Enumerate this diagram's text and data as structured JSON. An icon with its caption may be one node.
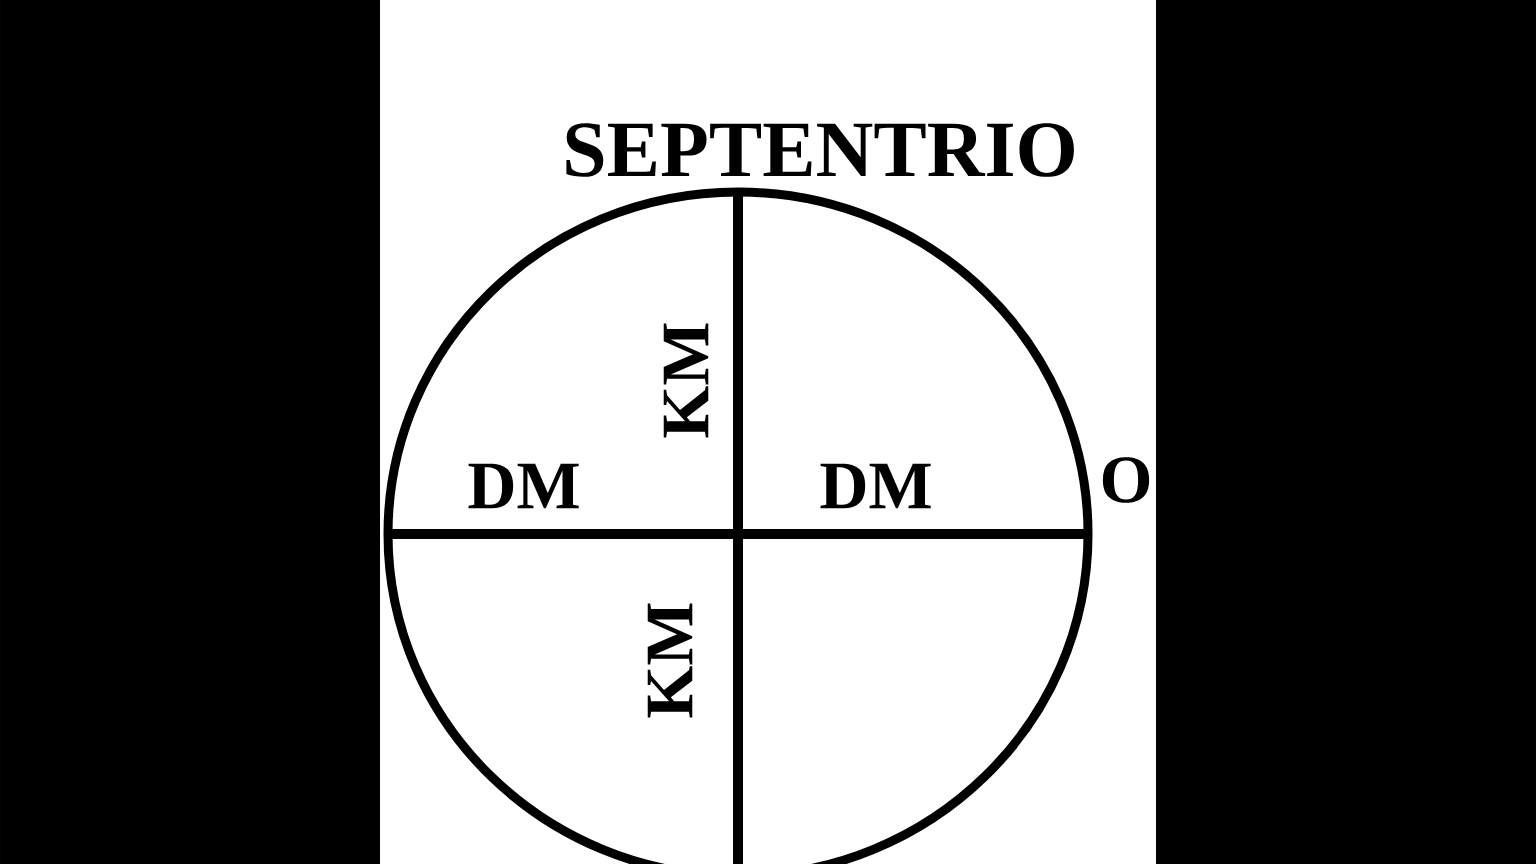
{
  "diagram": {
    "labels": [
      "SEPTENTRIO",
      "KM",
      "DM",
      "DM",
      "O",
      "KM"
    ]
  }
}
